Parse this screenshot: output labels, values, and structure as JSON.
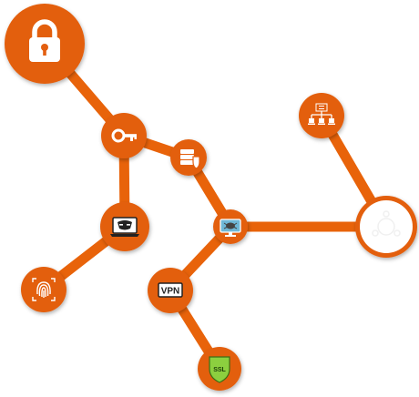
{
  "colors": {
    "accent": "#e8630a",
    "node_fill": "#e35f10",
    "white": "#ffffff",
    "dark": "#222222",
    "shield_green": "#8ccf3f",
    "monitor_blue": "#6fb7d6"
  },
  "labels": {
    "vpn": "VPN",
    "ssl": "SSL"
  },
  "nodes": [
    {
      "id": "lock",
      "icon": "padlock-icon"
    },
    {
      "id": "key",
      "icon": "key-icon"
    },
    {
      "id": "server",
      "icon": "server-shield-icon"
    },
    {
      "id": "hacker",
      "icon": "hacker-laptop-icon"
    },
    {
      "id": "fingerprint",
      "icon": "fingerprint-icon"
    },
    {
      "id": "monitor",
      "icon": "virus-monitor-icon"
    },
    {
      "id": "vpn",
      "icon": "vpn-icon"
    },
    {
      "id": "ssl",
      "icon": "ssl-shield-icon"
    },
    {
      "id": "network",
      "icon": "network-diagram-icon"
    },
    {
      "id": "hub",
      "icon": "hub-ring-icon"
    }
  ],
  "edges": [
    [
      "lock",
      "key"
    ],
    [
      "key",
      "server"
    ],
    [
      "key",
      "hacker"
    ],
    [
      "hacker",
      "fingerprint"
    ],
    [
      "server",
      "monitor"
    ],
    [
      "monitor",
      "vpn"
    ],
    [
      "vpn",
      "ssl"
    ],
    [
      "monitor",
      "hub"
    ],
    [
      "network",
      "hub"
    ]
  ]
}
